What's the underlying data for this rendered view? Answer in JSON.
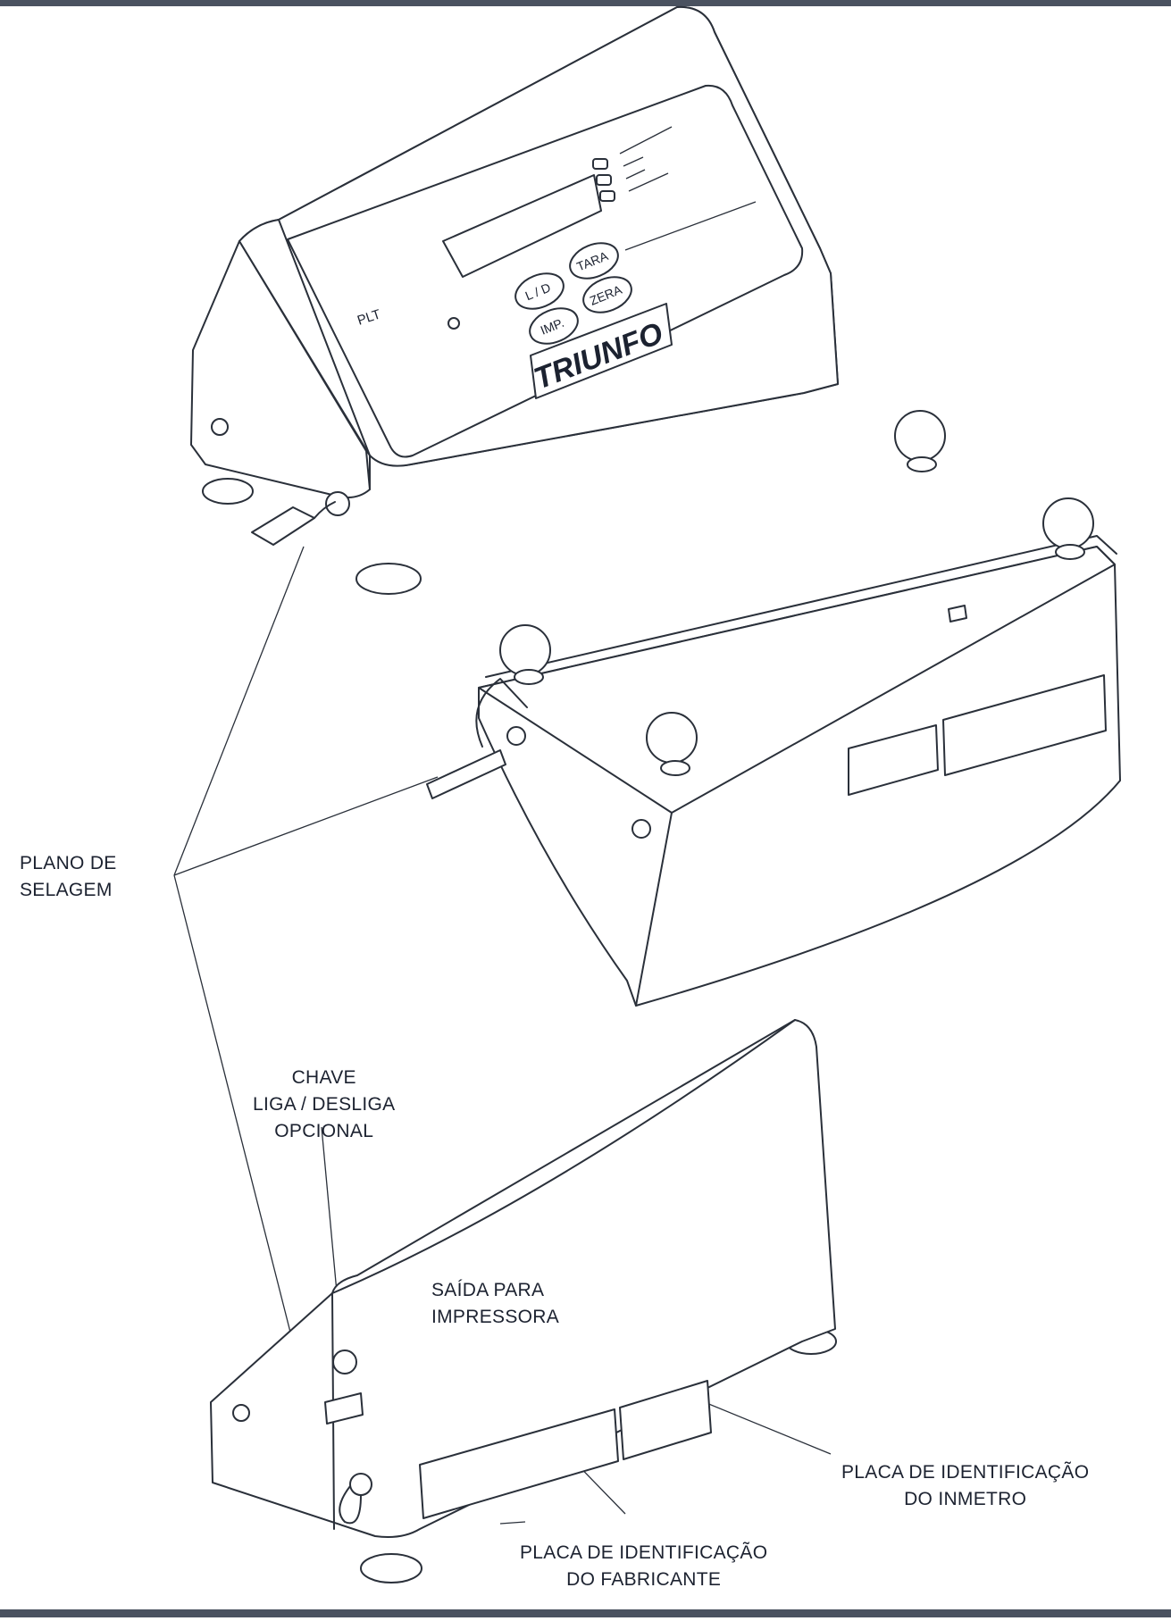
{
  "labels": {
    "sealing_plan": [
      "PLANO DE",
      "SELAGEM"
    ],
    "power_switch": [
      "CHAVE",
      "LIGA / DESLIGA",
      "OPCIONAL"
    ],
    "printer_output": [
      "SAÍDA PARA",
      "IMPRESSORA"
    ],
    "inmetro_plate": [
      "PLACA DE IDENTIFICAÇÃO",
      "DO INMETRO"
    ],
    "manufacturer_plate": [
      "PLACA DE IDENTIFICAÇÃO",
      "DO FABRICANTE"
    ]
  },
  "front_panel": {
    "model": "PLT",
    "brand": "TRIUNFO",
    "buttons": [
      "L / D",
      "TARA",
      "IMP.",
      "ZERA"
    ]
  },
  "colors": {
    "line": "#2a303a",
    "text": "#1c2230",
    "paper": "#ffffff",
    "border": "#4a5260"
  }
}
